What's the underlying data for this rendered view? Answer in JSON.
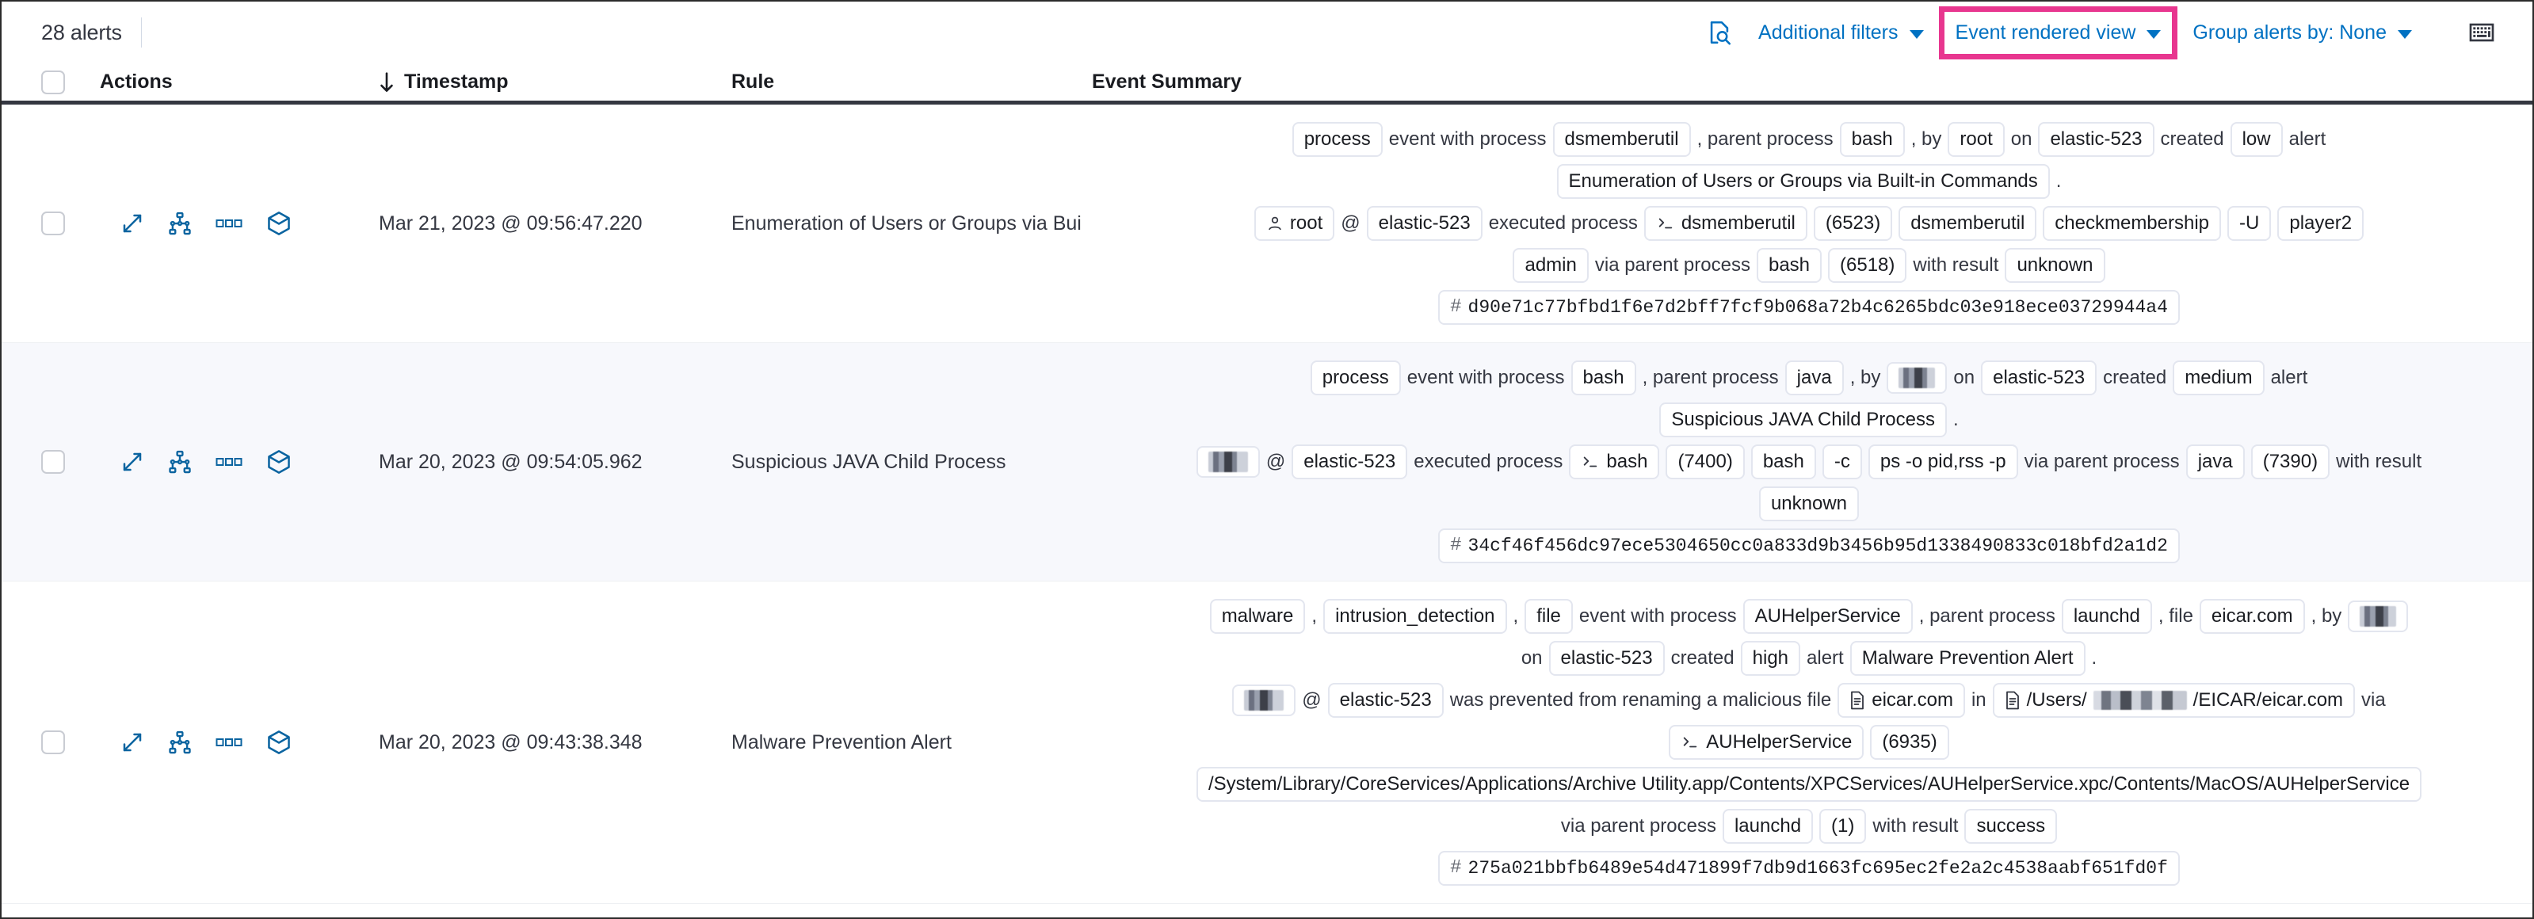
{
  "toolbar": {
    "alert_count": "28 alerts",
    "inspect_icon": "inspect-icon",
    "additional_filters_label": "Additional filters",
    "event_rendered_view_label": "Event rendered view",
    "group_alerts_label": "Group alerts by: None",
    "keyboard_icon": "keyboard-icon",
    "highlight_color": "#e8368f",
    "link_color": "#0071c2"
  },
  "table": {
    "columns": {
      "actions": "Actions",
      "timestamp": "Timestamp",
      "rule": "Rule",
      "event_summary": "Event Summary"
    },
    "sort": {
      "column": "Timestamp",
      "direction": "desc"
    },
    "row_actions": [
      "expand-icon",
      "analyzer-icon",
      "more-actions-icon",
      "session-view-icon"
    ],
    "rows": [
      {
        "timestamp": "Mar 21, 2023 @ 09:56:47.220",
        "rule": "Enumeration of Users or Groups via Bui",
        "summary_lines": [
          [
            {
              "t": "chip",
              "v": "process"
            },
            {
              "t": "txt",
              "v": "event with process"
            },
            {
              "t": "chip",
              "v": "dsmemberutil"
            },
            {
              "t": "txt",
              "v": ", parent process"
            },
            {
              "t": "chip",
              "v": "bash"
            },
            {
              "t": "txt",
              "v": ", by"
            },
            {
              "t": "chip",
              "v": "root"
            },
            {
              "t": "txt",
              "v": "on"
            },
            {
              "t": "chip",
              "v": "elastic-523"
            },
            {
              "t": "txt",
              "v": "created"
            },
            {
              "t": "chip",
              "v": "low"
            },
            {
              "t": "txt",
              "v": "alert"
            }
          ],
          [
            {
              "t": "chip",
              "v": "Enumeration of Users or Groups via Built-in Commands"
            },
            {
              "t": "txt",
              "v": "."
            }
          ],
          [
            {
              "t": "chip",
              "v": "root",
              "icon": "user-icon"
            },
            {
              "t": "txt",
              "v": "@"
            },
            {
              "t": "chip",
              "v": "elastic-523"
            },
            {
              "t": "txt",
              "v": "executed process"
            },
            {
              "t": "chip",
              "v": "dsmemberutil",
              "icon": "console-icon"
            },
            {
              "t": "chip",
              "v": "(6523)"
            },
            {
              "t": "chip",
              "v": "dsmemberutil"
            },
            {
              "t": "chip",
              "v": "checkmembership"
            },
            {
              "t": "chip",
              "v": "-U"
            },
            {
              "t": "chip",
              "v": "player2"
            }
          ],
          [
            {
              "t": "chip",
              "v": "admin"
            },
            {
              "t": "txt",
              "v": "via parent process"
            },
            {
              "t": "chip",
              "v": "bash"
            },
            {
              "t": "chip",
              "v": "(6518)"
            },
            {
              "t": "txt",
              "v": "with result"
            },
            {
              "t": "chip",
              "v": "unknown"
            }
          ],
          [
            {
              "t": "chip",
              "v": "d90e71c77bfbd1f6e7d2bff7fcf9b068a72b4c6265bdc03e918ece03729944a4",
              "icon": "hash-icon",
              "mono": true
            }
          ]
        ]
      },
      {
        "timestamp": "Mar 20, 2023 @ 09:54:05.962",
        "rule": "Suspicious JAVA Child Process",
        "summary_lines": [
          [
            {
              "t": "chip",
              "v": "process"
            },
            {
              "t": "txt",
              "v": "event with process"
            },
            {
              "t": "chip",
              "v": "bash"
            },
            {
              "t": "txt",
              "v": ", parent process"
            },
            {
              "t": "chip",
              "v": "java"
            },
            {
              "t": "txt",
              "v": ", by"
            },
            {
              "t": "chip",
              "v": "",
              "redact": "w1"
            },
            {
              "t": "txt",
              "v": "on"
            },
            {
              "t": "chip",
              "v": "elastic-523"
            },
            {
              "t": "txt",
              "v": "created"
            },
            {
              "t": "chip",
              "v": "medium"
            },
            {
              "t": "txt",
              "v": "alert"
            }
          ],
          [
            {
              "t": "chip",
              "v": "Suspicious JAVA Child Process"
            },
            {
              "t": "txt",
              "v": "."
            }
          ],
          [
            {
              "t": "chip",
              "v": "",
              "redact": "w2"
            },
            {
              "t": "txt",
              "v": "@"
            },
            {
              "t": "chip",
              "v": "elastic-523"
            },
            {
              "t": "txt",
              "v": "executed process"
            },
            {
              "t": "chip",
              "v": "bash",
              "icon": "console-icon"
            },
            {
              "t": "chip",
              "v": "(7400)"
            },
            {
              "t": "chip",
              "v": "bash"
            },
            {
              "t": "chip",
              "v": "-c"
            },
            {
              "t": "chip",
              "v": "ps -o pid,rss -p"
            },
            {
              "t": "txt",
              "v": "via parent process"
            },
            {
              "t": "chip",
              "v": "java"
            },
            {
              "t": "chip",
              "v": "(7390)"
            },
            {
              "t": "txt",
              "v": "with result"
            }
          ],
          [
            {
              "t": "chip",
              "v": "unknown"
            }
          ],
          [
            {
              "t": "chip",
              "v": "34cf46f456dc97ece5304650cc0a833d9b3456b95d1338490833c018bfd2a1d2",
              "icon": "hash-icon",
              "mono": true
            }
          ]
        ]
      },
      {
        "timestamp": "Mar 20, 2023 @ 09:43:38.348",
        "rule": "Malware Prevention Alert",
        "summary_lines": [
          [
            {
              "t": "chip",
              "v": "malware"
            },
            {
              "t": "txt",
              "v": ","
            },
            {
              "t": "chip",
              "v": "intrusion_detection"
            },
            {
              "t": "txt",
              "v": ","
            },
            {
              "t": "chip",
              "v": "file"
            },
            {
              "t": "txt",
              "v": "event with process"
            },
            {
              "t": "chip",
              "v": "AUHelperService"
            },
            {
              "t": "txt",
              "v": ", parent process"
            },
            {
              "t": "chip",
              "v": "launchd"
            },
            {
              "t": "txt",
              "v": ", file"
            },
            {
              "t": "chip",
              "v": "eicar.com"
            },
            {
              "t": "txt",
              "v": ", by"
            },
            {
              "t": "chip",
              "v": "",
              "redact": "w1"
            }
          ],
          [
            {
              "t": "txt",
              "v": "on"
            },
            {
              "t": "chip",
              "v": "elastic-523"
            },
            {
              "t": "txt",
              "v": "created"
            },
            {
              "t": "chip",
              "v": "high"
            },
            {
              "t": "txt",
              "v": "alert"
            },
            {
              "t": "chip",
              "v": "Malware Prevention Alert"
            },
            {
              "t": "txt",
              "v": "."
            }
          ],
          [
            {
              "t": "chip",
              "v": "",
              "redact": "w2"
            },
            {
              "t": "txt",
              "v": "@"
            },
            {
              "t": "chip",
              "v": "elastic-523"
            },
            {
              "t": "txt",
              "v": "was prevented from renaming a malicious file"
            },
            {
              "t": "chip",
              "v": "eicar.com",
              "icon": "file-icon"
            },
            {
              "t": "txt",
              "v": "in"
            },
            {
              "t": "chip",
              "v": "/Users/|/EICAR/eicar.com",
              "icon": "file-icon",
              "pathredact": true
            },
            {
              "t": "txt",
              "v": "via"
            }
          ],
          [
            {
              "t": "chip",
              "v": "AUHelperService",
              "icon": "console-icon"
            },
            {
              "t": "chip",
              "v": "(6935)"
            }
          ],
          [
            {
              "t": "chip",
              "v": "/System/Library/CoreServices/Applications/Archive Utility.app/Contents/XPCServices/AUHelperService.xpc/Contents/MacOS/AUHelperService"
            }
          ],
          [
            {
              "t": "txt",
              "v": "via parent process"
            },
            {
              "t": "chip",
              "v": "launchd"
            },
            {
              "t": "chip",
              "v": "(1)"
            },
            {
              "t": "txt",
              "v": "with result"
            },
            {
              "t": "chip",
              "v": "success"
            }
          ],
          [
            {
              "t": "chip",
              "v": "275a021bbfb6489e54d471899f7db9d1663fc695ec2fe2a2c4538aabf651fd0f",
              "icon": "hash-icon",
              "mono": true
            }
          ]
        ]
      }
    ]
  }
}
